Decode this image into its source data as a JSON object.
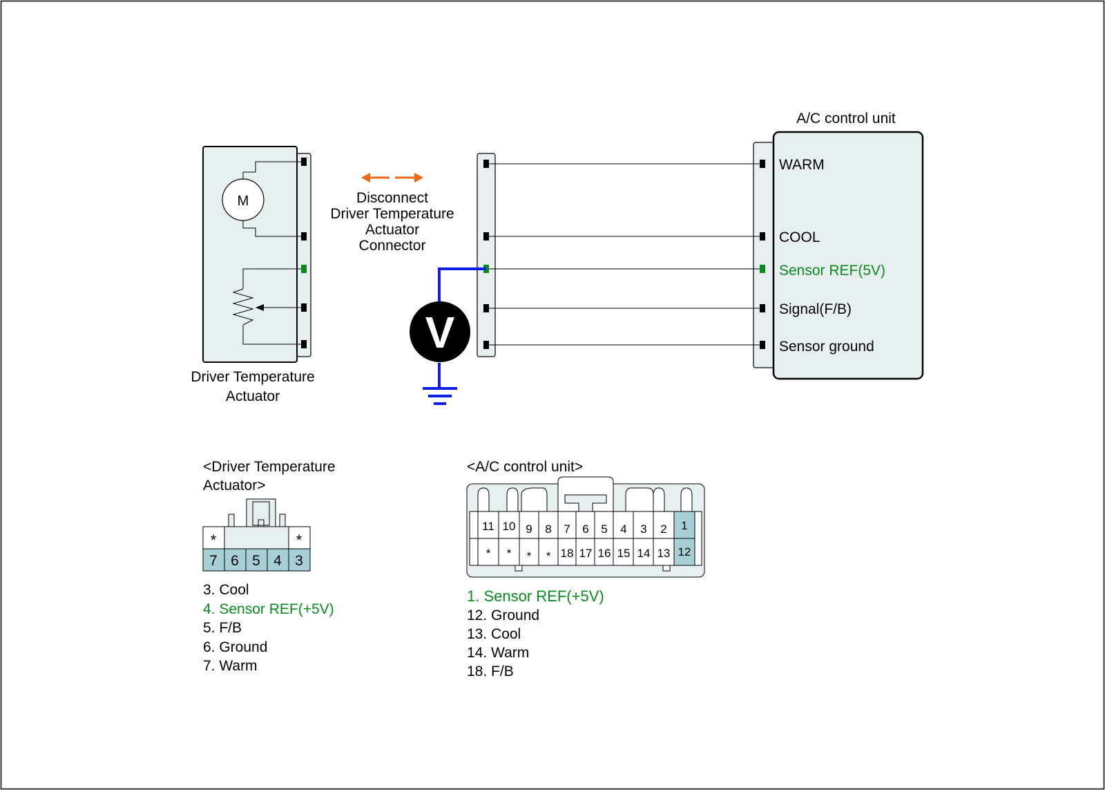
{
  "colors": {
    "panel": "#e8eff0",
    "highlight": "#a7cfd6",
    "sensor_green": "#0a8a1e",
    "probe_blue": "#0a1ee6",
    "arrow_orange": "#f06414"
  },
  "ac_unit": {
    "title": "A/C control unit",
    "pins": [
      "WARM",
      "COOL",
      "Sensor REF(5V)",
      "Signal(F/B)",
      "Sensor ground"
    ]
  },
  "actuator": {
    "motor_label": "M",
    "caption_line1": "Driver Temperature",
    "caption_line2": "Actuator"
  },
  "instruction": {
    "line1": "Disconnect",
    "line2": "Driver Temperature",
    "line3": "Actuator",
    "line4": "Connector"
  },
  "meter": {
    "symbol": "V"
  },
  "actuator_connector": {
    "title_line1": "<Driver Temperature",
    "title_line2": "Actuator>",
    "top_row": [
      "*",
      "*"
    ],
    "bottom_row": [
      "7",
      "6",
      "5",
      "4",
      "3"
    ],
    "legend": [
      "3. Cool",
      "4. Sensor REF(+5V)",
      "5. F/B",
      "6. Ground",
      "7. Warm"
    ]
  },
  "ac_connector": {
    "title": "<A/C control unit>",
    "top_row": [
      "11",
      "10",
      "9",
      "8",
      "7",
      "6",
      "5",
      "4",
      "3",
      "2",
      "1"
    ],
    "bottom_row": [
      "*",
      "*",
      "*",
      "*",
      "18",
      "17",
      "16",
      "15",
      "14",
      "13",
      "12"
    ],
    "legend": [
      "1. Sensor REF(+5V)",
      "12. Ground",
      "13. Cool",
      "14. Warm",
      "18. F/B"
    ]
  }
}
